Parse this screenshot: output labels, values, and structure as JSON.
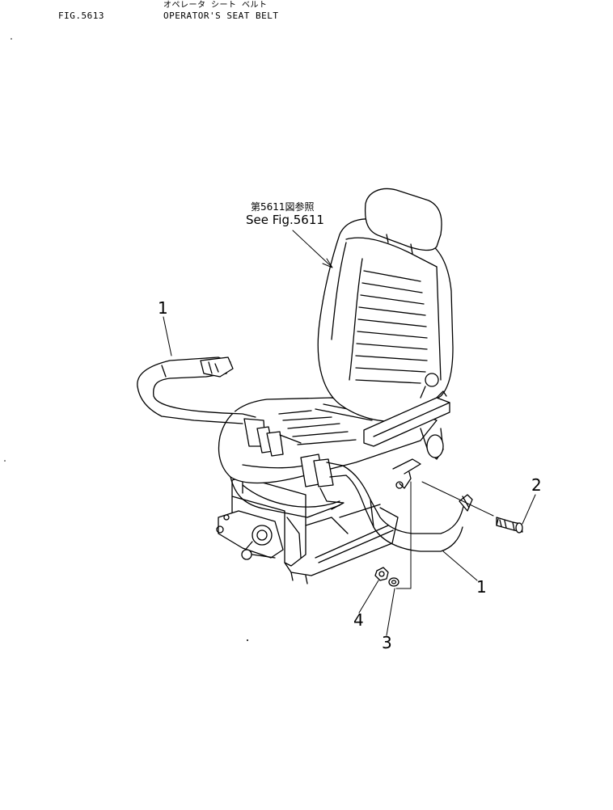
{
  "header": {
    "fig_code": "FIG.5613",
    "title_jp": "オペレータ シート ベルト",
    "title_en": "OPERATOR'S SEAT BELT"
  },
  "reference": {
    "jp": "第5611図参照",
    "en": "See Fig.5611"
  },
  "callouts": [
    {
      "id": "belt-left",
      "number": "1"
    },
    {
      "id": "bolt",
      "number": "2"
    },
    {
      "id": "washer",
      "number": "3"
    },
    {
      "id": "nut",
      "number": "4"
    },
    {
      "id": "belt-right",
      "number": "1"
    }
  ]
}
